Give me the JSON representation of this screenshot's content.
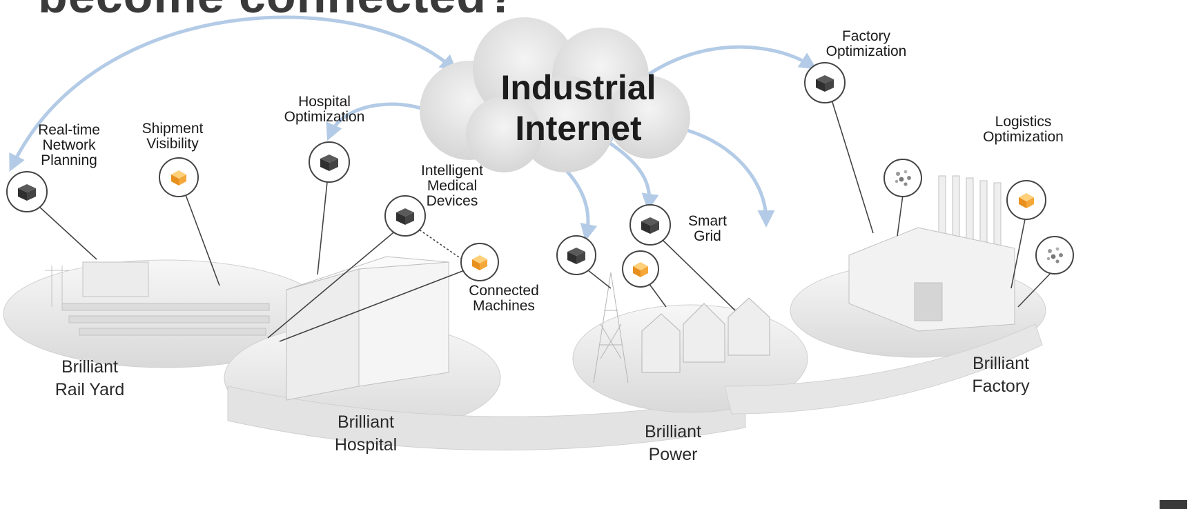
{
  "title_partial": "become connected?",
  "center": {
    "line1": "Industrial",
    "line2": "Internet"
  },
  "applications": {
    "realtime_network_planning": "Real-time\nNetwork\nPlanning",
    "shipment_visibility": "Shipment\nVisibility",
    "hospital_optimization": "Hospital\nOptimization",
    "intelligent_medical_devices": "Intelligent\nMedical\nDevices",
    "connected_machines": "Connected\nMachines",
    "smart_grid": "Smart\nGrid",
    "factory_optimization": "Factory\nOptimization",
    "logistics_optimization": "Logistics\nOptimization"
  },
  "sites": {
    "rail_yard": "Brilliant\nRail Yard",
    "hospital": "Brilliant\nHospital",
    "power": "Brilliant\nPower",
    "factory": "Brilliant\nFactory"
  },
  "colors": {
    "arrow": "#b3cbe6",
    "software_icon": "#3d3d3d",
    "hardware_icon": "#f2a33a",
    "pointer_line": "#444444"
  },
  "icons": {
    "software": "dark-cube-icon",
    "hardware": "orange-cube-icon",
    "analytics": "dots-cluster-icon"
  }
}
